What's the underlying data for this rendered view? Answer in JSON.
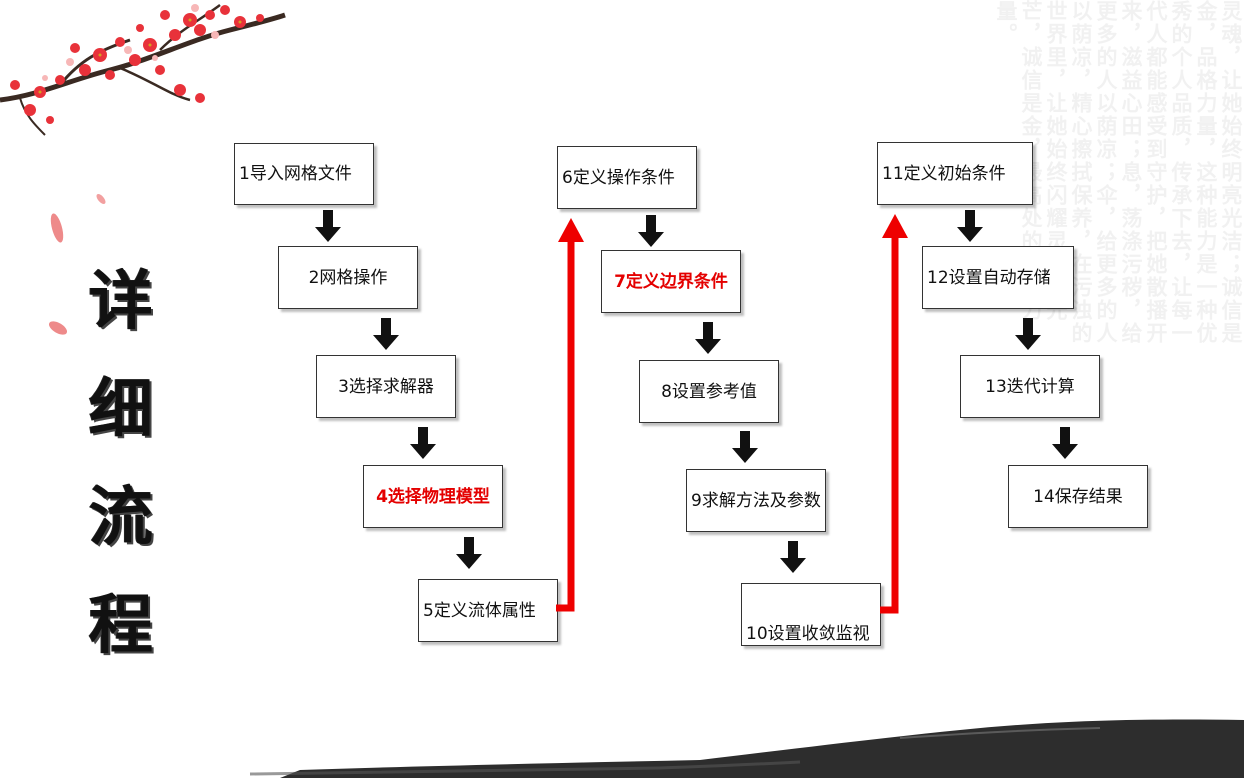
{
  "title": {
    "chars": [
      "详",
      "细",
      "流",
      "程"
    ]
  },
  "background_poem": "灵魂，让她始终明亮光洁；诚信是金，品格力量，这种能力是一种优秀的个人品质，传承下去，让每一代人都能感受到守护，把她散播开来，滋益心田；息，荡涤污秽，给更多的人以荫凉；伞，给更多的人以荫凉，精心擦拭保养，在污浊的世界里，让她始终闪耀灵魂的光芒，诚信是金，最高处的品格力量。",
  "steps": [
    {
      "id": "s1",
      "label": "1导入网格文件",
      "highlight": false
    },
    {
      "id": "s2",
      "label": "2网格操作",
      "highlight": false
    },
    {
      "id": "s3",
      "label": "3选择求解器",
      "highlight": false
    },
    {
      "id": "s4",
      "label": "4选择物理模型",
      "highlight": true
    },
    {
      "id": "s5",
      "label": "5定义流体属性",
      "highlight": false
    },
    {
      "id": "s6",
      "label": "6定义操作条件",
      "highlight": false
    },
    {
      "id": "s7",
      "label": "7定义边界条件",
      "highlight": true
    },
    {
      "id": "s8",
      "label": "8设置参考值",
      "highlight": false
    },
    {
      "id": "s9",
      "label": "9求解方法及参数",
      "highlight": false
    },
    {
      "id": "s10",
      "label": "10设置收敛监视",
      "highlight": false
    },
    {
      "id": "s11",
      "label": "11定义初始条件",
      "highlight": false
    },
    {
      "id": "s12",
      "label": "12设置自动存储",
      "highlight": false
    },
    {
      "id": "s13",
      "label": "13迭代计算",
      "highlight": false
    },
    {
      "id": "s14",
      "label": "14保存结果",
      "highlight": false
    }
  ],
  "colors": {
    "highlight": "#e40000",
    "connector_red": "#ee0000",
    "arrow": "#111111"
  }
}
